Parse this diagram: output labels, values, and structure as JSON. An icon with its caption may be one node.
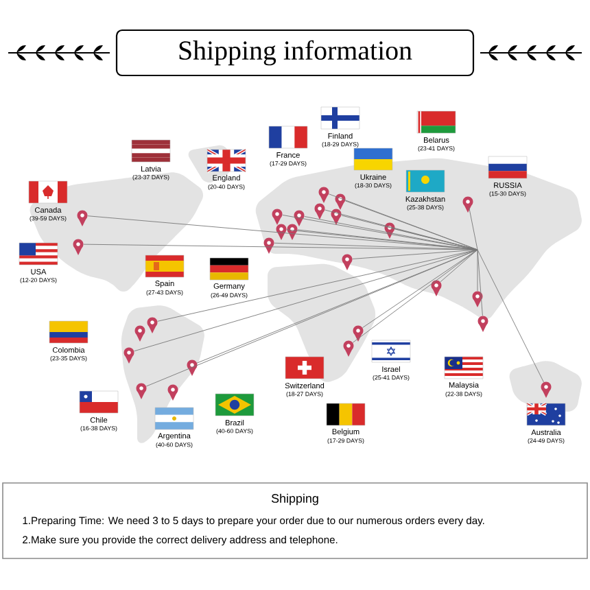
{
  "diagram": {
    "title": "Shipping information",
    "nodes": [
      {
        "text": [],
        "shape": "pin"
      },
      {
        "text": [],
        "shape": "pin"
      },
      {
        "text": [],
        "shape": "pin"
      },
      {
        "text": [],
        "shape": "pin"
      },
      {
        "text": [],
        "shape": "pin"
      },
      {
        "text": [],
        "shape": "pin"
      },
      {
        "text": [],
        "shape": "pin"
      },
      {
        "text": [],
        "shape": "pin"
      },
      {
        "text": [],
        "shape": "pin"
      },
      {
        "text": [],
        "shape": "pin"
      },
      {
        "text": [],
        "shape": "pin"
      },
      {
        "text": [],
        "shape": "pin"
      },
      {
        "text": [],
        "shape": "pin"
      },
      {
        "text": [],
        "shape": "pin"
      },
      {
        "text": [],
        "shape": "pin"
      },
      {
        "text": [],
        "shape": "pin"
      },
      {
        "text": [],
        "shape": "pin"
      },
      {
        "text": [],
        "shape": "pin"
      },
      {
        "text": [],
        "shape": "pin"
      },
      {
        "text": [],
        "shape": "pin"
      },
      {
        "text": [],
        "shape": "pin"
      },
      {
        "text": [],
        "shape": "pin"
      },
      {
        "text": [],
        "shape": "pin"
      },
      {
        "text": [],
        "shape": "pin"
      },
      {
        "text": [],
        "shape": "pin"
      },
      {
        "text": [],
        "shape": "pin"
      },
      {
        "text": [
          "Shipping",
          "1.Preparing Time: We need 3 to 5 days to prepare your order due to our numerous orders every day.",
          "2.Make sure you provide the correct delivery address and telephone."
        ]
      }
    ],
    "edges": [
      {
        "from": null,
        "to": 0,
        "arrow": "none"
      },
      {
        "from": null,
        "to": 1,
        "arrow": "none"
      },
      {
        "from": null,
        "to": 2,
        "arrow": "none"
      },
      {
        "from": null,
        "to": 3,
        "arrow": "none"
      },
      {
        "from": null,
        "to": 4,
        "arrow": "none"
      },
      {
        "from": null,
        "to": 5,
        "arrow": "none"
      },
      {
        "from": null,
        "to": 6,
        "arrow": "none"
      },
      {
        "from": null,
        "to": 7,
        "arrow": "none"
      },
      {
        "from": null,
        "to": 8,
        "arrow": "none"
      },
      {
        "from": null,
        "to": 9,
        "arrow": "none"
      },
      {
        "from": null,
        "to": 10,
        "arrow": "none"
      },
      {
        "from": null,
        "to": 11,
        "arrow": "none"
      },
      {
        "from": null,
        "to": 12,
        "arrow": "none"
      },
      {
        "from": null,
        "to": 13,
        "arrow": "none"
      },
      {
        "from": null,
        "to": 14,
        "arrow": "none"
      },
      {
        "from": null,
        "to": 15,
        "arrow": "none"
      },
      {
        "from": null,
        "to": 16,
        "arrow": "none"
      },
      {
        "from": null,
        "to": 17,
        "arrow": "none"
      },
      {
        "from": null,
        "to": 19,
        "arrow": "none"
      },
      {
        "from": null,
        "to": 20,
        "arrow": "none"
      },
      {
        "from": null,
        "to": 21,
        "arrow": "none"
      },
      {
        "from": null,
        "to": 22,
        "arrow": "none"
      },
      {
        "from": null,
        "to": 23,
        "arrow": "none"
      },
      {
        "from": null,
        "to": 24,
        "arrow": "none"
      }
    ],
    "labels": [
      "Finland",
      "(18-29 DAYS)",
      "Belarus",
      "(23-41 DAYS)",
      "France",
      "(17-29 DAYS)",
      "Latvia",
      "(23-37 DAYS)",
      "England",
      "(20-40 DAYS)",
      "Ukraine",
      "(18-30 DAYS)",
      "RUSSIA",
      "(15-30 DAYS)",
      "Kazakhstan",
      "(25-38 DAYS)",
      "Canada",
      "(39-59 DAYS)",
      "USA",
      "(12-20 DAYS)",
      "Spain",
      "(27-43 DAYS)",
      "Germany",
      "(26-49 DAYS)",
      "Colombia",
      "(23-35 DAYS)",
      "Switzerland",
      "(18-27 DAYS)",
      "Israel",
      "(25-41 DAYS)",
      "Malaysia",
      "(22-38 DAYS)",
      "Chile",
      "(16-38 DAYS)",
      "Brazil",
      "(40-60 DAYS)",
      "Argentina",
      "(40-60 DAYS)",
      "Belgium",
      "(17-29 DAYS)",
      "Australia",
      "(24-49 DAYS)"
    ]
  }
}
